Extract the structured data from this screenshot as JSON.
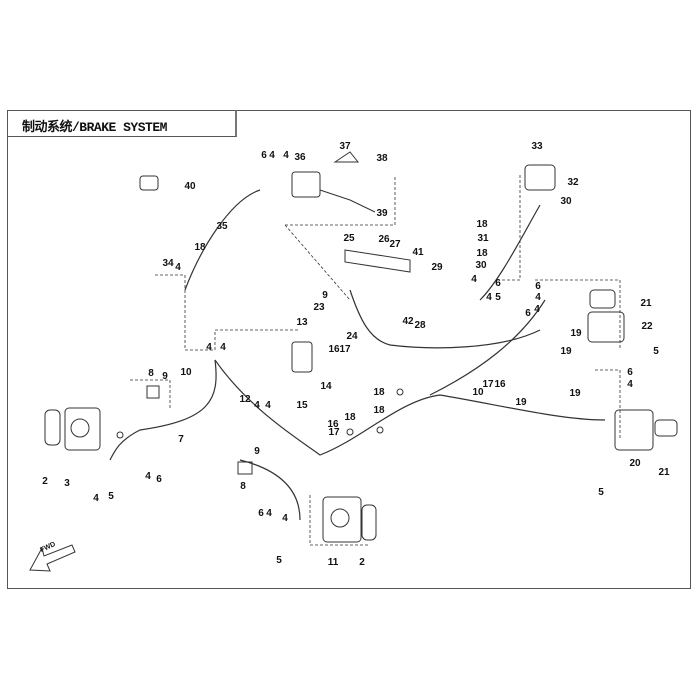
{
  "title": "制动系统/BRAKE SYSTEM",
  "fwd_label": "FWD",
  "callouts": [
    "40",
    "37",
    "38",
    "36",
    "6",
    "4",
    "4",
    "39",
    "35",
    "18",
    "34",
    "4",
    "33",
    "32",
    "30",
    "18",
    "31",
    "18",
    "25",
    "26",
    "27",
    "41",
    "29",
    "4",
    "30",
    "6",
    "4",
    "5",
    "6",
    "9",
    "23",
    "42",
    "28",
    "13",
    "16",
    "17",
    "24",
    "6",
    "4",
    "4",
    "21",
    "22",
    "5",
    "19",
    "19",
    "4",
    "4",
    "10",
    "8",
    "9",
    "12",
    "4",
    "4",
    "15",
    "14",
    "18",
    "17",
    "16",
    "10",
    "19",
    "19",
    "6",
    "4",
    "16",
    "17",
    "18",
    "18",
    "7",
    "2",
    "3",
    "4",
    "5",
    "4",
    "6",
    "9",
    "8",
    "6",
    "4",
    "4",
    "5",
    "11",
    "2",
    "20",
    "21",
    "5"
  ]
}
